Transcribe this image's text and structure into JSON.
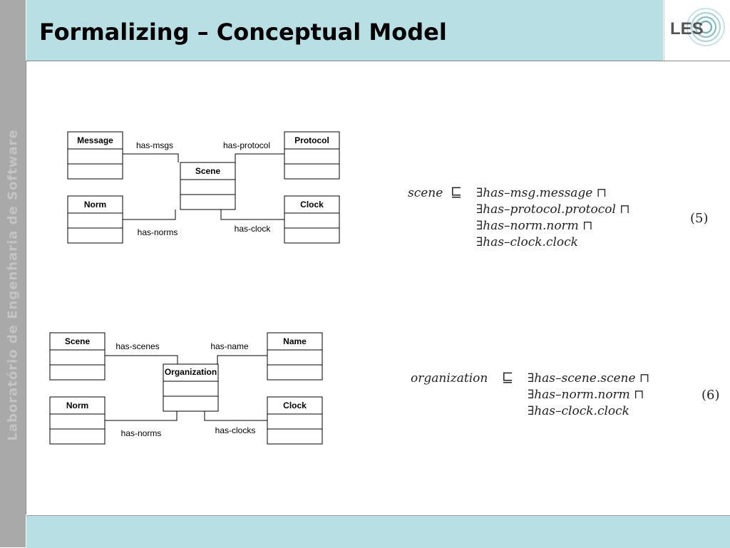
{
  "slide": {
    "title": "Formalizing – Conceptual Model",
    "sidebar_text": "Laboratório de Engenharia de Software",
    "logo_text": "LES"
  },
  "diagram1": {
    "boxes": {
      "message": "Message",
      "protocol": "Protocol",
      "scene": "Scene",
      "norm": "Norm",
      "clock": "Clock"
    },
    "labels": {
      "has_msgs": "has-msgs",
      "has_protocol": "has-protocol",
      "has_norms": "has-norms",
      "has_clock": "has-clock"
    }
  },
  "diagram2": {
    "boxes": {
      "scene": "Scene",
      "name": "Name",
      "organization": "Organization",
      "norm": "Norm",
      "clock": "Clock"
    },
    "labels": {
      "has_scenes": "has-scenes",
      "has_name": "has-name",
      "has_norms": "has-norms",
      "has_clocks": "has-clocks"
    }
  },
  "equation5": {
    "lhs": "scene",
    "op": "⊑",
    "lines": [
      "∃has–msg.message ⊓",
      "∃has–protocol.protocol ⊓",
      "∃has–norm.norm ⊓",
      "∃has–clock.clock"
    ],
    "number": "(5)"
  },
  "equation6": {
    "lhs": "organization",
    "op": "⊑",
    "lines": [
      "∃has–scene.scene ⊓",
      "∃has–norm.norm ⊓",
      "∃has–clock.clock"
    ],
    "number": "(6)"
  }
}
